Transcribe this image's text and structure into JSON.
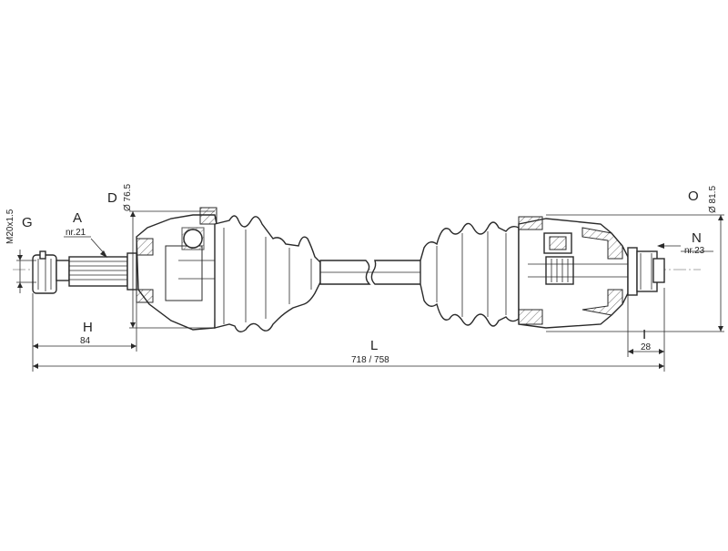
{
  "labels": {
    "G": "G",
    "M": "M20x1.5",
    "A": "A",
    "A_nr": "nr.21",
    "D": "D",
    "D_dia": "Ø 76.5",
    "H": "H",
    "H_val": "84",
    "L": "L",
    "L_val": "718 / 758",
    "O": "O",
    "O_dia": "Ø 81.5",
    "N": "N",
    "N_nr": "nr.23",
    "I": "I",
    "I_val": "28"
  }
}
